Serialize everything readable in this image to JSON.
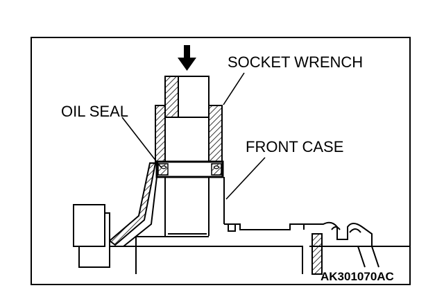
{
  "labels": {
    "socket_wrench": "SOCKET WRENCH",
    "oil_seal": "OIL SEAL",
    "front_case": "FRONT CASE",
    "figure_code": "AK301070AC"
  }
}
